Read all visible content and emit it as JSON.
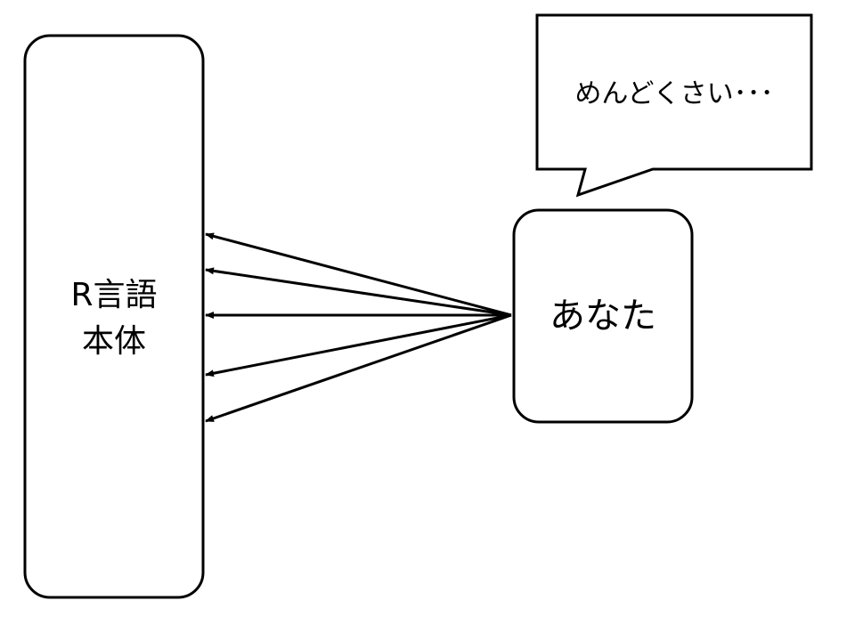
{
  "diagram": {
    "type": "relationship",
    "nodes": {
      "r_core": {
        "label_lines": [
          "R言語",
          "本体"
        ]
      },
      "you": {
        "label": "あなた"
      }
    },
    "speech_bubble": {
      "speaker": "you",
      "text": "めんどくさい･･･"
    },
    "edges": {
      "count": 5,
      "from": "you",
      "to": "r_core",
      "direction": "arrow-to-target"
    },
    "colors": {
      "stroke": "#000000",
      "fill": "#ffffff",
      "text": "#000000"
    }
  }
}
